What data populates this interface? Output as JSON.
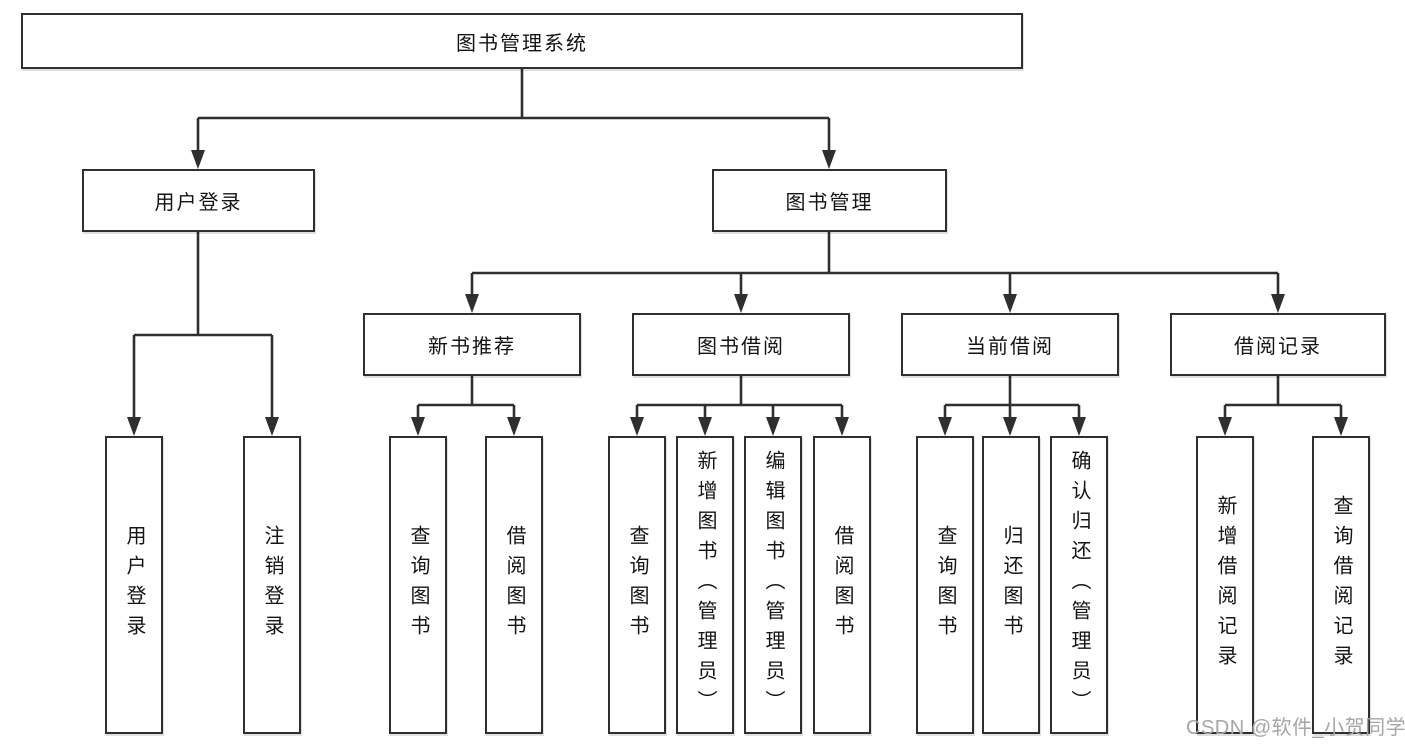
{
  "diagram": {
    "root": {
      "label": "图书管理系统"
    },
    "level2": [
      {
        "id": "user-login",
        "label": "用户登录"
      },
      {
        "id": "book-management",
        "label": "图书管理"
      }
    ],
    "level3": [
      {
        "id": "new-book-recommend",
        "label": "新书推荐"
      },
      {
        "id": "book-borrowing",
        "label": "图书借阅"
      },
      {
        "id": "current-borrowing",
        "label": "当前借阅"
      },
      {
        "id": "borrow-records",
        "label": "借阅记录"
      }
    ],
    "leaves": [
      {
        "label": "用户登录"
      },
      {
        "label": "注销登录"
      },
      {
        "label": "查询图书"
      },
      {
        "label": "借阅图书"
      },
      {
        "label": "查询图书"
      },
      {
        "label": "新增图书（管理员）"
      },
      {
        "label": "编辑图书（管理员）"
      },
      {
        "label": "借阅图书"
      },
      {
        "label": "查询图书"
      },
      {
        "label": "归还图书"
      },
      {
        "label": "确认归还（管理员）"
      },
      {
        "label": "新增借阅记录"
      },
      {
        "label": "查询借阅记录"
      }
    ]
  },
  "watermark": {
    "text": "CSDN @软件_小贺同学"
  },
  "colors": {
    "line": "#2f2f2f",
    "box_border": "#2f2f2f",
    "box_fill": "#ffffff",
    "text": "#141414",
    "watermark": "#a6a6a6"
  }
}
